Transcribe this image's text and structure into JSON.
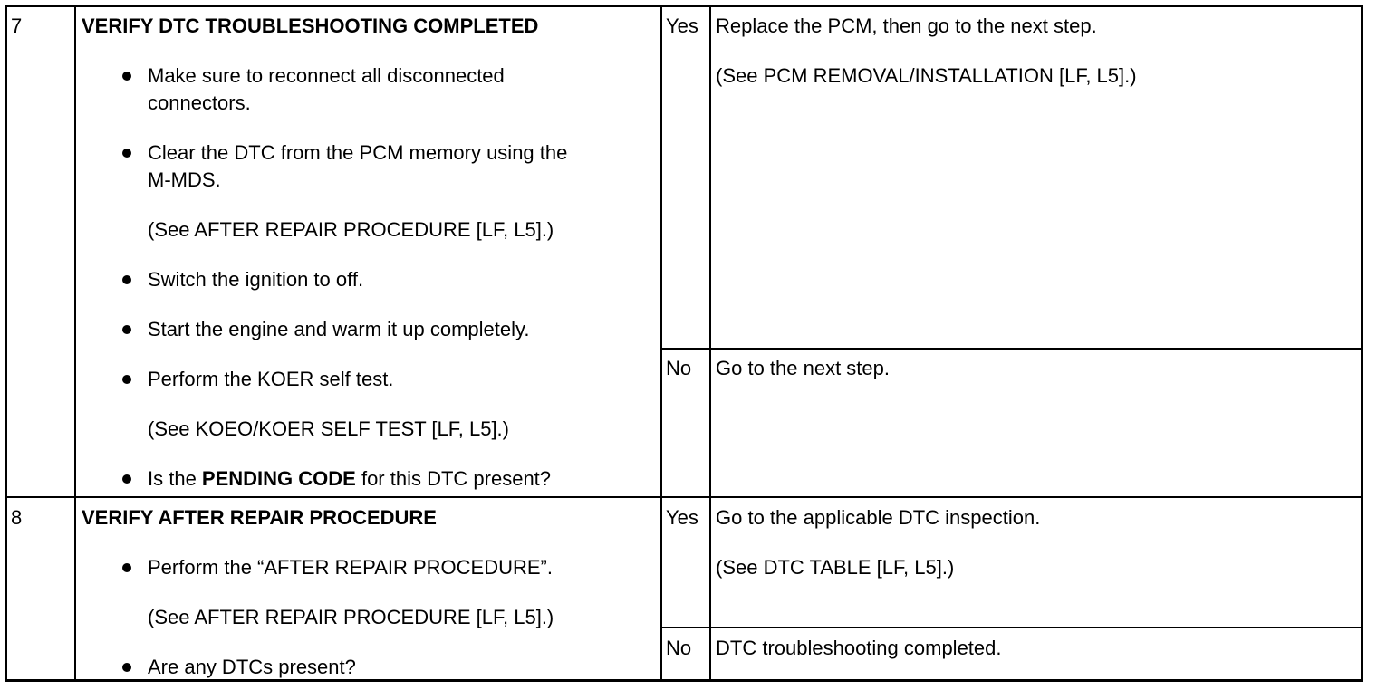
{
  "steps": [
    {
      "number": "7",
      "title": "VERIFY DTC TROUBLESHOOTING COMPLETED",
      "items": [
        {
          "line1": "Make sure to reconnect all disconnected",
          "line2": "connectors."
        },
        {
          "line1": "Clear the DTC from the PCM memory using the",
          "line2": "M-MDS."
        },
        {
          "ref": "(See AFTER REPAIR PROCEDURE [LF, L5].)"
        },
        {
          "text": "Switch the ignition to off."
        },
        {
          "text": "Start the engine and warm it up completely."
        },
        {
          "text": "Perform the KOER self test."
        },
        {
          "ref": "(See KOEO/KOER SELF TEST [LF, L5].)"
        },
        {
          "pre": "Is the ",
          "bold": "PENDING CODE",
          "post": " for this DTC present?"
        }
      ],
      "yes_label": "Yes",
      "yes_action": "Replace the PCM, then go to the next step.",
      "yes_ref": "(See PCM REMOVAL/INSTALLATION [LF, L5].)",
      "no_label": "No",
      "no_action": "Go to the next step."
    },
    {
      "number": "8",
      "title": "VERIFY AFTER REPAIR PROCEDURE",
      "items": [
        {
          "text": "Perform the “AFTER REPAIR PROCEDURE”."
        },
        {
          "ref": "(See AFTER REPAIR PROCEDURE [LF, L5].)"
        },
        {
          "text": "Are any DTCs present?"
        }
      ],
      "yes_label": "Yes",
      "yes_action": "Go to the applicable DTC inspection.",
      "yes_ref": "(See DTC TABLE [LF, L5].)",
      "no_label": "No",
      "no_action": "DTC troubleshooting completed."
    }
  ]
}
